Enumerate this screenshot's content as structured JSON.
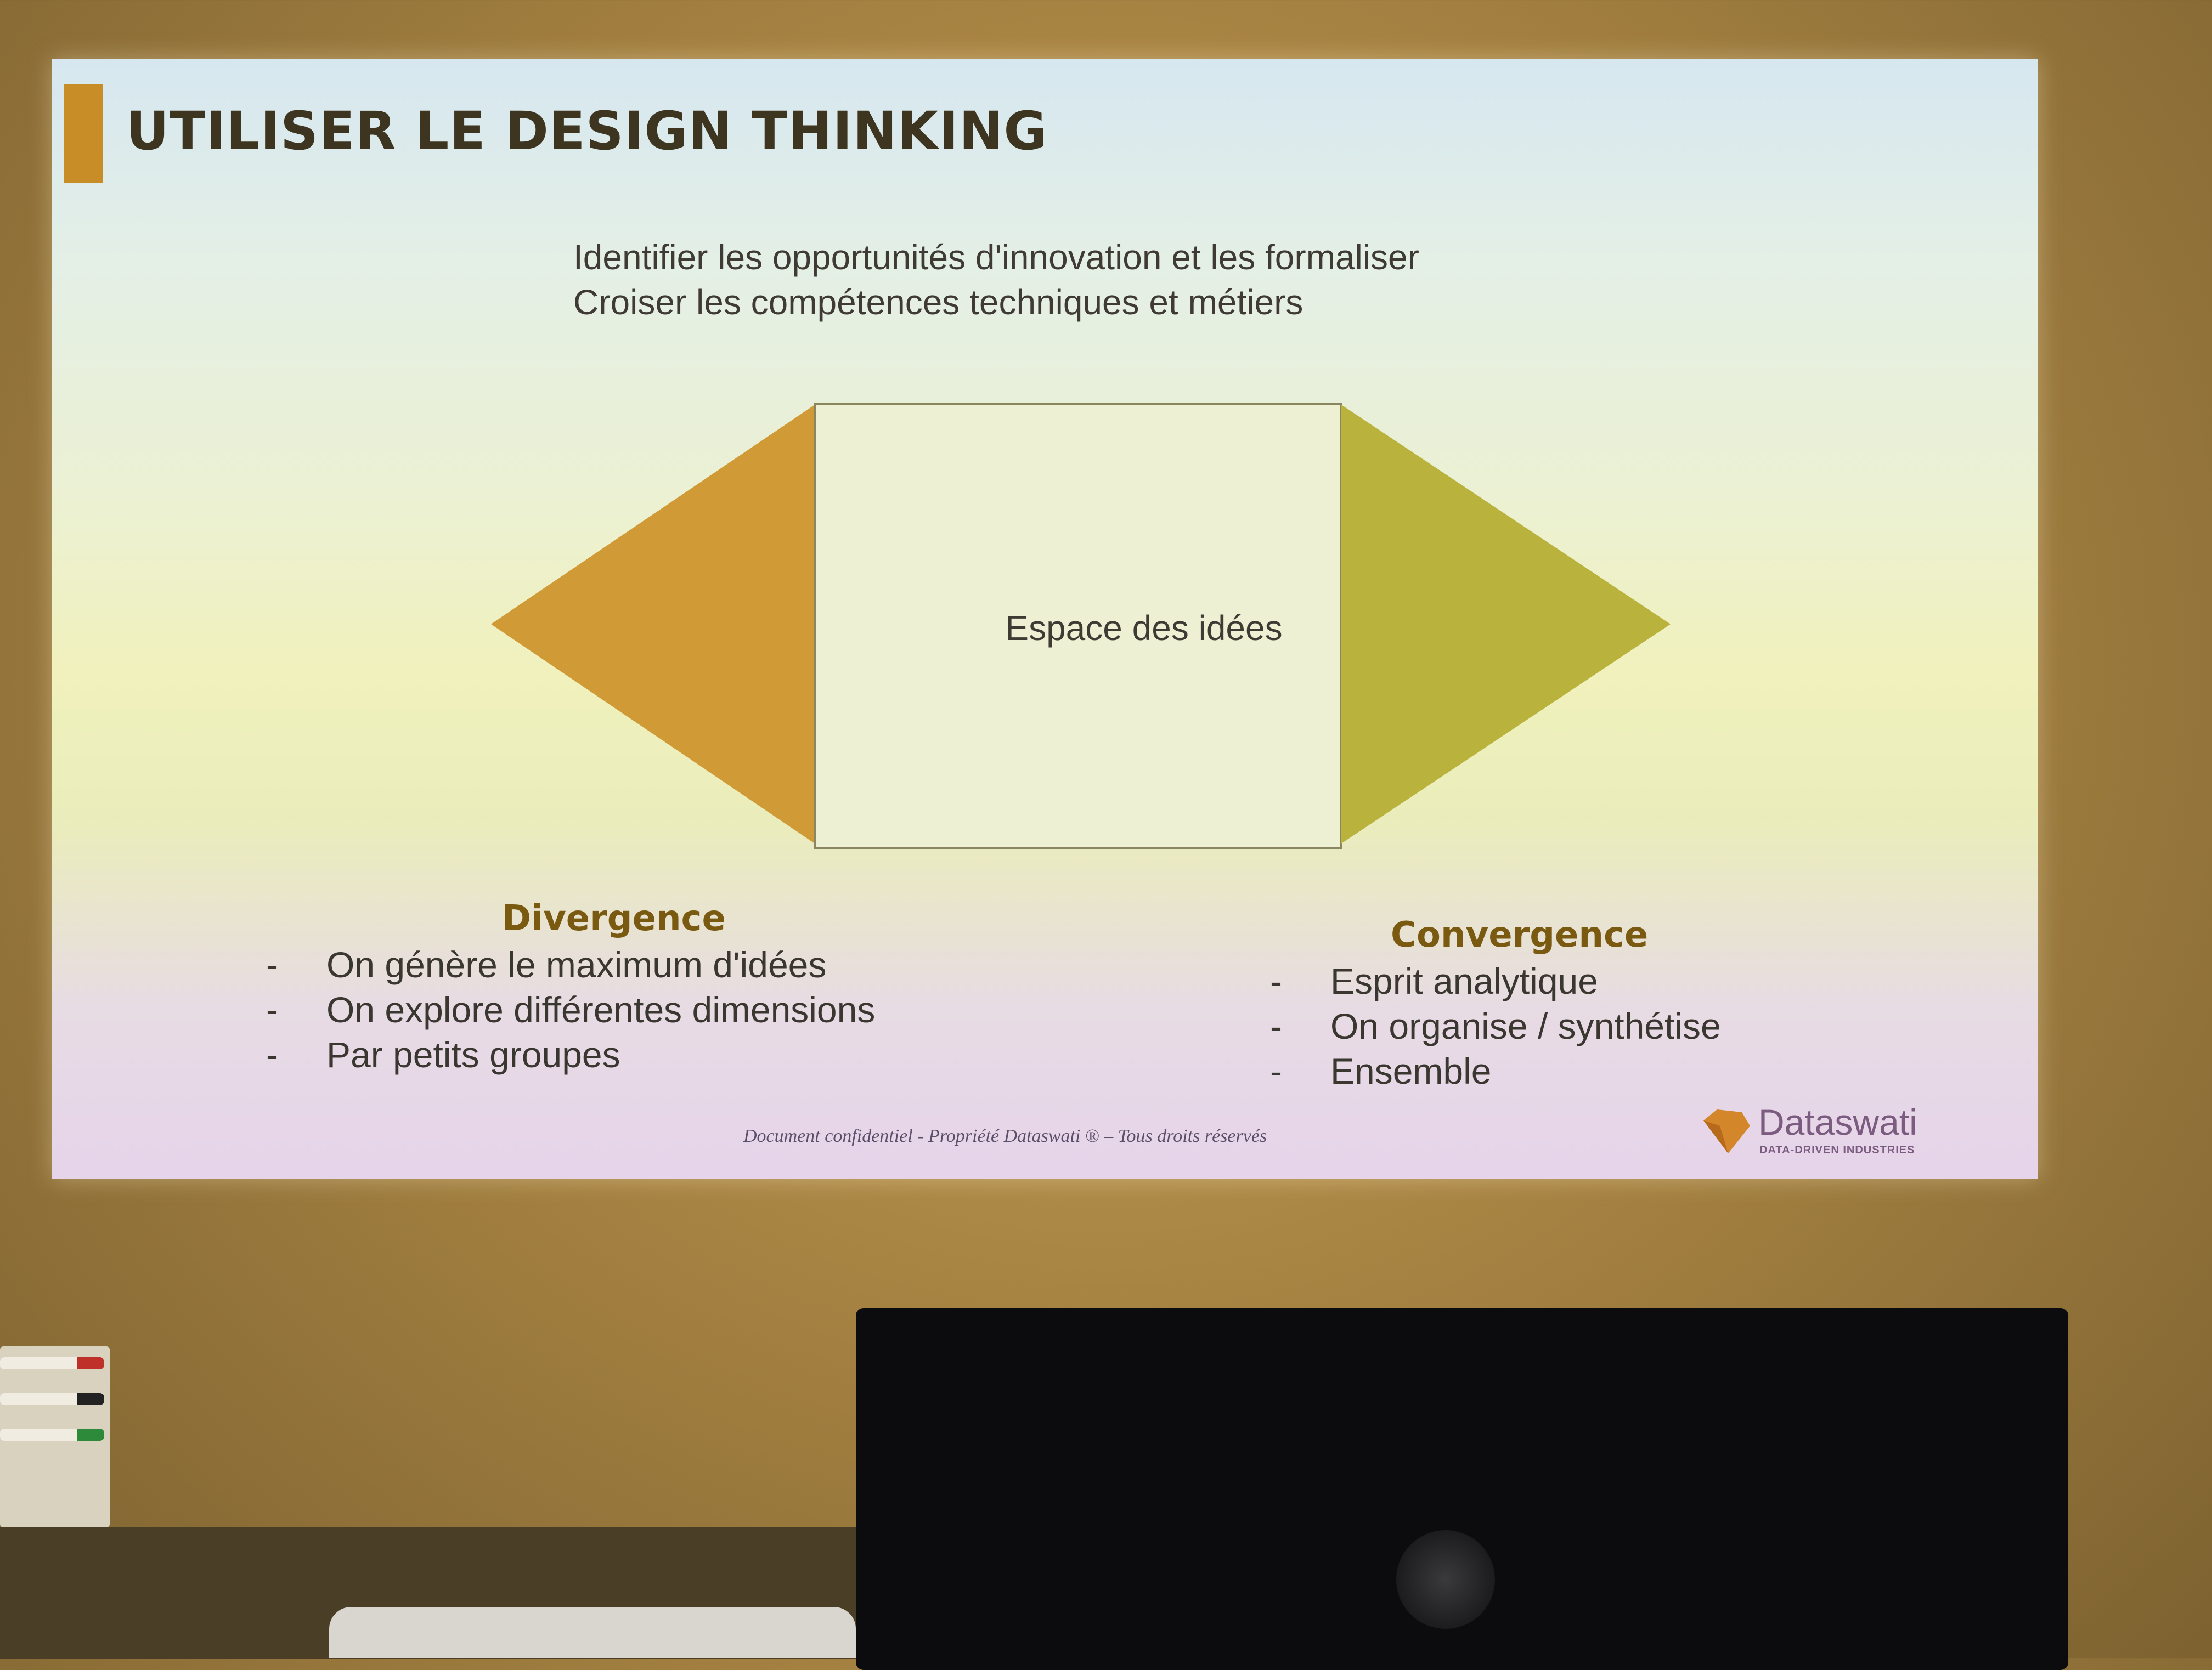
{
  "slide": {
    "title": "UTILISER LE DESIGN THINKING",
    "subtitle_lines": [
      "Identifier les opportunités d'innovation et les formaliser",
      "Croiser les compétences techniques et métiers"
    ],
    "center_label": "Espace des idées",
    "divergence": {
      "heading": "Divergence",
      "items": [
        "On génère le maximum d'idées",
        "On explore différentes dimensions",
        "Par petits groupes"
      ]
    },
    "convergence": {
      "heading": "Convergence",
      "items": [
        "Esprit analytique",
        "On organise / synthétise",
        "Ensemble"
      ]
    },
    "footer": "Document confidentiel - Propriété Dataswati ® – Tous droits réservés",
    "logo": {
      "name": "Dataswati",
      "tagline": "DATA-DRIVEN INDUSTRIES"
    },
    "colors": {
      "accent": "#c98d28",
      "divergence_triangle": "#d09a36",
      "convergence_triangle": "#b9b23c",
      "center_box": "#eef0d4"
    }
  },
  "scene": {
    "objects": [
      "projection-screen",
      "monitor",
      "marker-tray",
      "projector"
    ]
  }
}
